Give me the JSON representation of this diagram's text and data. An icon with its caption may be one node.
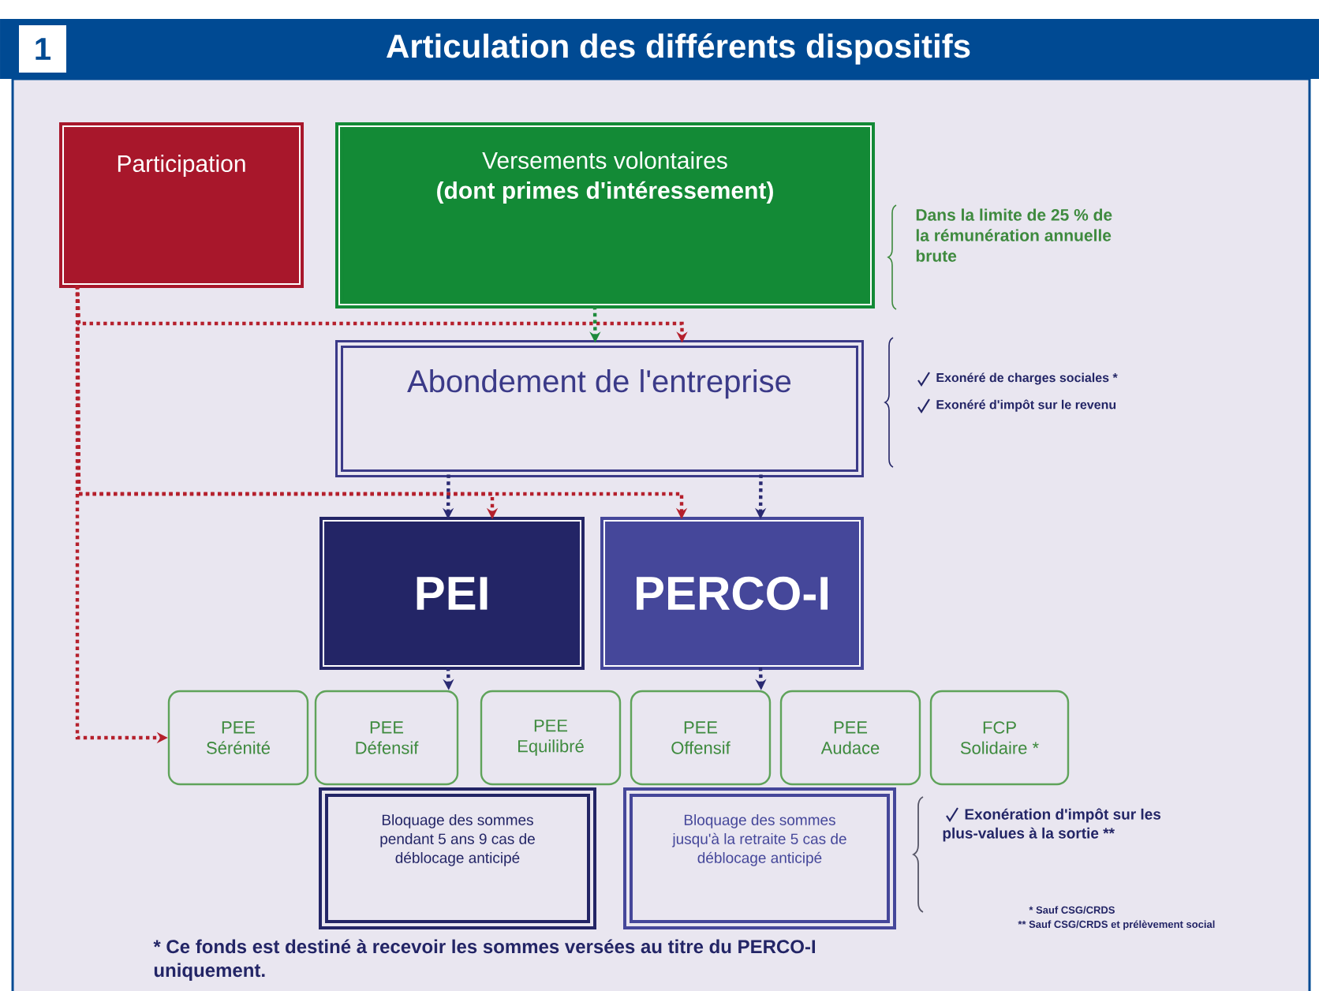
{
  "diagram": {
    "title": "Articulation des différents dispositifs",
    "nodes": [
      {
        "text": [
          "Participation"
        ]
      },
      {
        "text": [
          "Versements volontaires",
          "(dont primes d'intéressement)"
        ]
      },
      {
        "text": [
          "Abondement de l'entreprise"
        ]
      },
      {
        "text": [
          "PEI"
        ]
      },
      {
        "text": [
          "PERCO-I"
        ]
      },
      {
        "text": [
          "PEE Sérénité"
        ]
      },
      {
        "text": [
          "PEE Défensif"
        ]
      },
      {
        "text": [
          "PEE Equilibré"
        ]
      },
      {
        "text": [
          "PEE Offensif"
        ]
      },
      {
        "text": [
          "PEE Audace"
        ]
      },
      {
        "text": [
          "FCP Solidaire *"
        ]
      },
      {
        "text": [
          "Bloquage des sommes pendant 5 ans 9 cas de déblocage anticipé"
        ]
      },
      {
        "text": [
          "Bloquage des sommes jusqu'à la retraite 5 cas de déblocage anticipé"
        ]
      }
    ],
    "edges": [
      {
        "from": 0,
        "to": 2,
        "arrow": "to",
        "color": "#b5202c"
      },
      {
        "from": 1,
        "to": 2,
        "arrow": "to",
        "color": "#1e8a3c"
      },
      {
        "from": 0,
        "to": 3,
        "arrow": "to",
        "color": "#b5202c"
      },
      {
        "from": 0,
        "to": 4,
        "arrow": "to",
        "color": "#b5202c"
      },
      {
        "from": 0,
        "to": 5,
        "arrow": "to",
        "color": "#b5202c"
      },
      {
        "from": 2,
        "to": 3,
        "arrow": "to",
        "color": "#2a2a72"
      },
      {
        "from": 2,
        "to": 4,
        "arrow": "to",
        "color": "#2a2a72"
      },
      {
        "from": 3,
        "to": 6,
        "arrow": "to",
        "color": "#2a2a72"
      },
      {
        "from": 4,
        "to": 8,
        "arrow": "to",
        "color": "#2a2a72"
      }
    ],
    "labels": [
      "1",
      "Dans la limite de 25 % de la rémunération annuelle brute",
      "Exonéré de charges sociales *",
      "Exonéré d'impôt sur le revenu",
      "Exonération d'impôt sur les plus-values à la sortie **",
      "* Sauf CSG/CRDS",
      "** Sauf CSG/CRDS et prélèvement social",
      "* Ce fonds est destiné à recevoir les sommes versées au titre du PERCO-I uniquement."
    ]
  }
}
